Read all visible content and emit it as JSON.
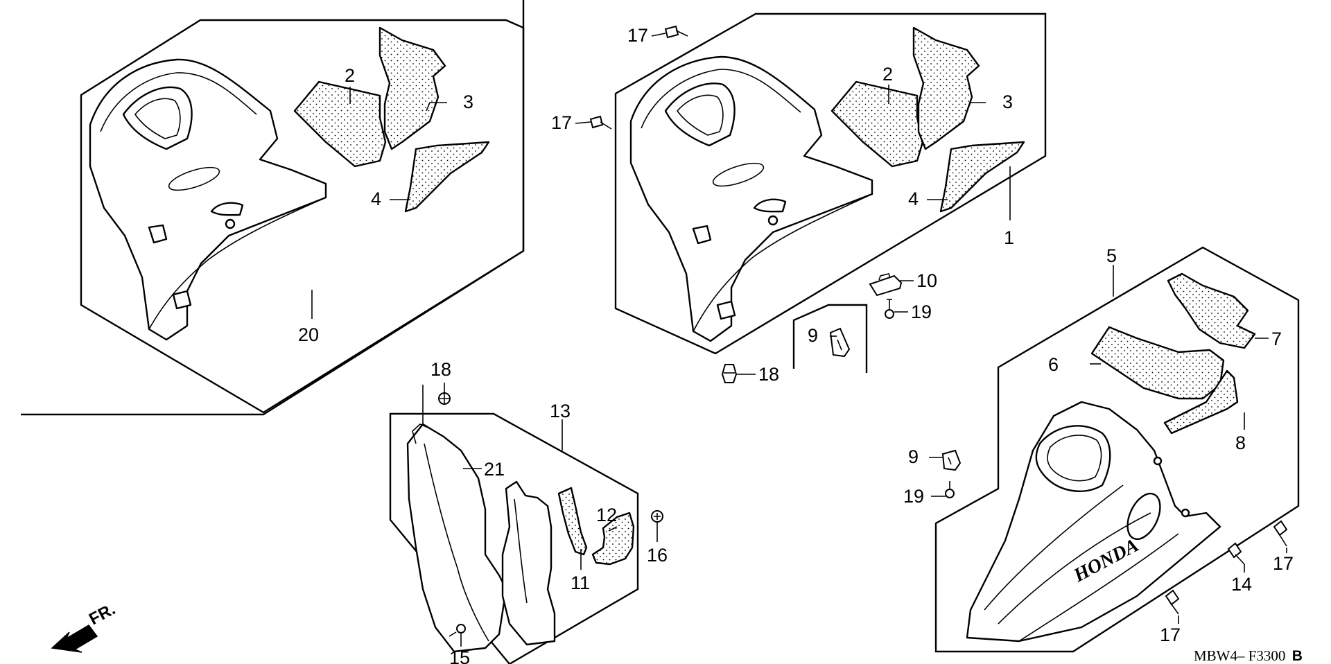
{
  "diagram": {
    "callouts": [
      {
        "id": "c20",
        "text": "20"
      },
      {
        "id": "c2a",
        "text": "2"
      },
      {
        "id": "c3a",
        "text": "3"
      },
      {
        "id": "c4a",
        "text": "4"
      },
      {
        "id": "c17a",
        "text": "17"
      },
      {
        "id": "c17b",
        "text": "17"
      },
      {
        "id": "c2b",
        "text": "2"
      },
      {
        "id": "c3b",
        "text": "3"
      },
      {
        "id": "c4b",
        "text": "4"
      },
      {
        "id": "c1",
        "text": "1"
      },
      {
        "id": "c10",
        "text": "10"
      },
      {
        "id": "c19a",
        "text": "19"
      },
      {
        "id": "c9a",
        "text": "9"
      },
      {
        "id": "c18a",
        "text": "18"
      },
      {
        "id": "c18b",
        "text": "18"
      },
      {
        "id": "c13",
        "text": "13"
      },
      {
        "id": "c21",
        "text": "21"
      },
      {
        "id": "c12",
        "text": "12"
      },
      {
        "id": "c11",
        "text": "11"
      },
      {
        "id": "c16",
        "text": "16"
      },
      {
        "id": "c15",
        "text": "15"
      },
      {
        "id": "c5",
        "text": "5"
      },
      {
        "id": "c7",
        "text": "7"
      },
      {
        "id": "c6",
        "text": "6"
      },
      {
        "id": "c8",
        "text": "8"
      },
      {
        "id": "c9b",
        "text": "9"
      },
      {
        "id": "c19b",
        "text": "19"
      },
      {
        "id": "c17c",
        "text": "17"
      },
      {
        "id": "c14",
        "text": "14"
      },
      {
        "id": "c17d",
        "text": "17"
      }
    ],
    "front_marker": "FR.",
    "brand_text": "HONDA",
    "drawing_code": "MBW4– F3300",
    "drawing_code_suffix": "B"
  }
}
